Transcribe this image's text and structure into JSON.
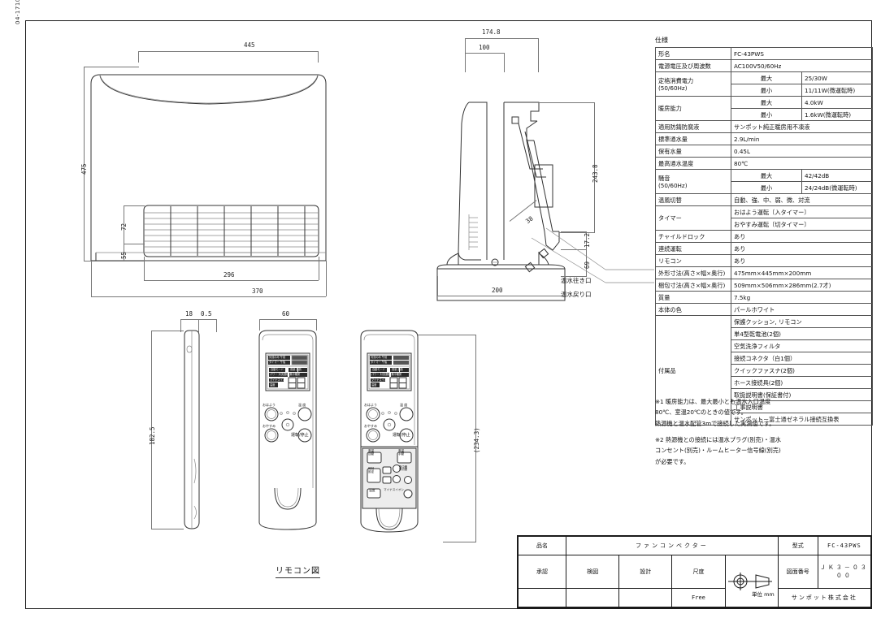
{
  "sheet": {
    "corner_code": "04-1710",
    "remote_caption": "リモコン図"
  },
  "front_view": {
    "dims": {
      "width_top": "445",
      "height_total": "475",
      "grille_h": "72",
      "base_h": "55",
      "grille_w": "296",
      "body_w": "370"
    }
  },
  "side_view": {
    "dims": {
      "depth_total": "174.8",
      "depth_upper": "100",
      "height_upper": "243.8",
      "port_offset": "38",
      "port_h1": "17.2",
      "port_h2": "69",
      "base_w": "200"
    },
    "labels": {
      "supply": "温水往き口",
      "return": "温水戻り口"
    }
  },
  "remote_view": {
    "dims": {
      "thickness": "18",
      "gap": "0.5",
      "width": "60",
      "height_side": "182.5",
      "height_open": "(234.3)"
    },
    "lcd": {
      "row1_left": "対流のみ 午前",
      "row1_right": "88:88",
      "row2_left": "タイマー 午後",
      "row2_right": "88:88",
      "mode": "自動モード",
      "fan": "風量 加熱",
      "sub": "パワー 対流運転 集中暖房",
      "ion": "マイナスイオン",
      "warm": "温度",
      "temp": "88",
      "unit": "℃"
    },
    "buttons": {
      "ohayou": "おはよう",
      "oyasumi": "おやすみ",
      "unten": "運転/停止",
      "ondo": "温 度",
      "up": "△",
      "down": "▽",
      "fuuryou_auto": "風量\n自動",
      "fuuryou_manual": "風量\n手動",
      "jikoku": "時刻\n設定",
      "plus": "＋",
      "minus": "－",
      "shuchu": "集中暖\n房切替",
      "ondo2": "温度",
      "ion": "マイナスイオン"
    }
  },
  "spec": {
    "title": "仕様",
    "rows": [
      {
        "key": "形名",
        "value": "FC-43PWS"
      },
      {
        "key": "電源電圧及び周波数",
        "value": "AC100V50/60Hz"
      },
      {
        "key": "定格消費電力\n(50/60Hz)",
        "sub": "最大",
        "value": "25/30W"
      },
      {
        "sub": "最小",
        "value": "11/11W(微運転時)"
      },
      {
        "key": "暖房能力",
        "sub": "最大",
        "value": "4.0kW"
      },
      {
        "sub": "最小",
        "value": "1.6kW(微運転時)"
      },
      {
        "key": "適用防錆防腐液",
        "value": "サンポット純正暖房用不凍液"
      },
      {
        "key": "標準通水量",
        "value": "2.9L/min"
      },
      {
        "key": "保有水量",
        "value": "0.45L"
      },
      {
        "key": "最高通水温度",
        "value": "80℃"
      },
      {
        "key": "騒音\n(50/60Hz)",
        "sub": "最大",
        "value": "42/42dB"
      },
      {
        "sub": "最小",
        "value": "24/24dB(微運転時)"
      },
      {
        "key": "温風切替",
        "value": "自動、強、中、弱、微、対流"
      },
      {
        "key": "タイマー",
        "value": "おはよう運転〔入タイマー〕"
      },
      {
        "value": "おやすみ運転〔切タイマー〕"
      },
      {
        "key": "チャイルドロック",
        "value": "あり"
      },
      {
        "key": "連続運転",
        "value": "あり"
      },
      {
        "key": "リモコン",
        "value": "あり"
      },
      {
        "key": "外形寸法(高さ×幅×奥行)",
        "value": "475mm×445mm×200mm"
      },
      {
        "key": "梱包寸法(高さ×幅×奥行)",
        "value": "509mm×506mm×286mm(2.7才)"
      },
      {
        "key": "質量",
        "value": "7.5kg"
      },
      {
        "key": "本体の色",
        "value": "パールホワイト"
      },
      {
        "key": "付属品",
        "value": "保護クッション, リモコン"
      },
      {
        "value": "単4型乾電池(2個)"
      },
      {
        "value": "空気洗浄フィルタ"
      },
      {
        "value": "接続コネクタ（白1個）"
      },
      {
        "value": "クイックファスナ(2個)"
      },
      {
        "value": "ホース接続具(2個)"
      },
      {
        "value": "取扱説明書(保証書付)"
      },
      {
        "value": "工事説明書"
      },
      {
        "value": "サンポット－富士通ゼネラル接続互換表"
      }
    ],
    "notes": [
      "※1 暖房能力は、最大最小とも温水入口温度\n80℃、室温20℃のときの値です。\n熱源機と温水配管3mで接続した実測値です。",
      "※2 熱源機との接続には温水プラグ(別売)・温水\nコンセント(別売)・ルームヒーター信号線(別売)\nが必要です。"
    ]
  },
  "title_block": {
    "hinmei_label": "品名",
    "hinmei_value": "ファンコンベクター",
    "katashiki_label": "型式",
    "katashiki_value": "FC-43PWS",
    "shounin_label": "承認",
    "kenzu_label": "検図",
    "sekkei_label": "設計",
    "shakudo_label": "尺度",
    "shakudo_value": "Free",
    "zumen_label": "図面番号",
    "zumen_value": "ＪＫ３－０３００",
    "tani_label": "単位  mm",
    "company": "サンポット株式会社"
  }
}
